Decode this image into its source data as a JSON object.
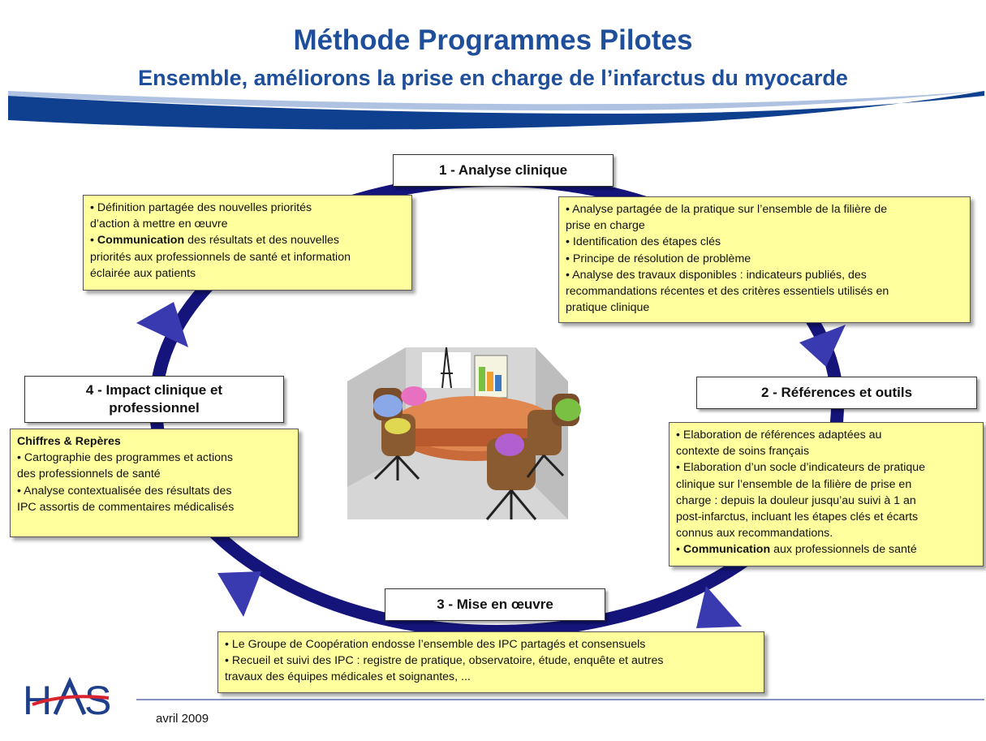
{
  "header": {
    "title": "Méthode Programmes Pilotes",
    "subtitle": "Ensemble, améliorons la prise en charge de l’infarctus du myocarde"
  },
  "stages": {
    "s1": "1 - Analyse clinique",
    "s2": "2 - Références et outils",
    "s3": "3 - Mise en œuvre",
    "s4": "4 - Impact clinique et professionnel"
  },
  "boxes": {
    "top_left": {
      "l1": "• Définition partagée des nouvelles priorités",
      "l2": "d’action à mettre en œuvre",
      "l3_bold": "Communication",
      "l3_rest": " des résultats et des nouvelles",
      "l4": "priorités aux professionnels de santé et information",
      "l5": "éclairée aux patients"
    },
    "top_right": {
      "l1": "• Analyse partagée de la pratique sur l’ensemble de la filière de",
      "l2": "prise en charge",
      "l3": "• Identification des étapes clés",
      "l4": "• Principe de résolution de problème",
      "l5": "• Analyse des travaux disponibles : indicateurs publiés, des",
      "l6": "recommandations récentes et des critères essentiels utilisés en",
      "l7": "pratique clinique"
    },
    "left": {
      "heading": "Chiffres & Repères",
      "l1": "• Cartographie des programmes et actions",
      "l2": "des professionnels de santé",
      "l3": "• Analyse contextualisée des résultats des",
      "l4": "IPC assortis de commentaires médicalisés"
    },
    "right": {
      "l1": "• Elaboration de références adaptées au",
      "l2": "contexte de soins français",
      "l3": "• Elaboration d’un socle d’indicateurs de pratique",
      "l4": "clinique sur l’ensemble de la filière de prise en",
      "l5": "charge : depuis la douleur jusqu’au suivi à 1 an",
      "l6": "post-infarctus, incluant les étapes clés et écarts",
      "l7": "connus aux recommandations.",
      "l8_bold": "Communication",
      "l8_rest": " aux professionnels de santé"
    },
    "bottom": {
      "l1": "• Le Groupe de Coopération endosse l’ensemble des IPC partagés et consensuels",
      "l2": "• Recueil et suivi des IPC : registre de pratique, observatoire, étude, enquête et autres",
      "l3": "travaux des équipes médicales et soignantes, ..."
    }
  },
  "footer": {
    "logo_text": "HAS",
    "date": "avril 2009"
  },
  "colors": {
    "title_blue": "#1f4e9a",
    "cycle_navy": "#14147a",
    "arrow_blue": "#3a3ab0",
    "box_yellow": "#ffff9e",
    "logo_red": "#d9232e"
  }
}
